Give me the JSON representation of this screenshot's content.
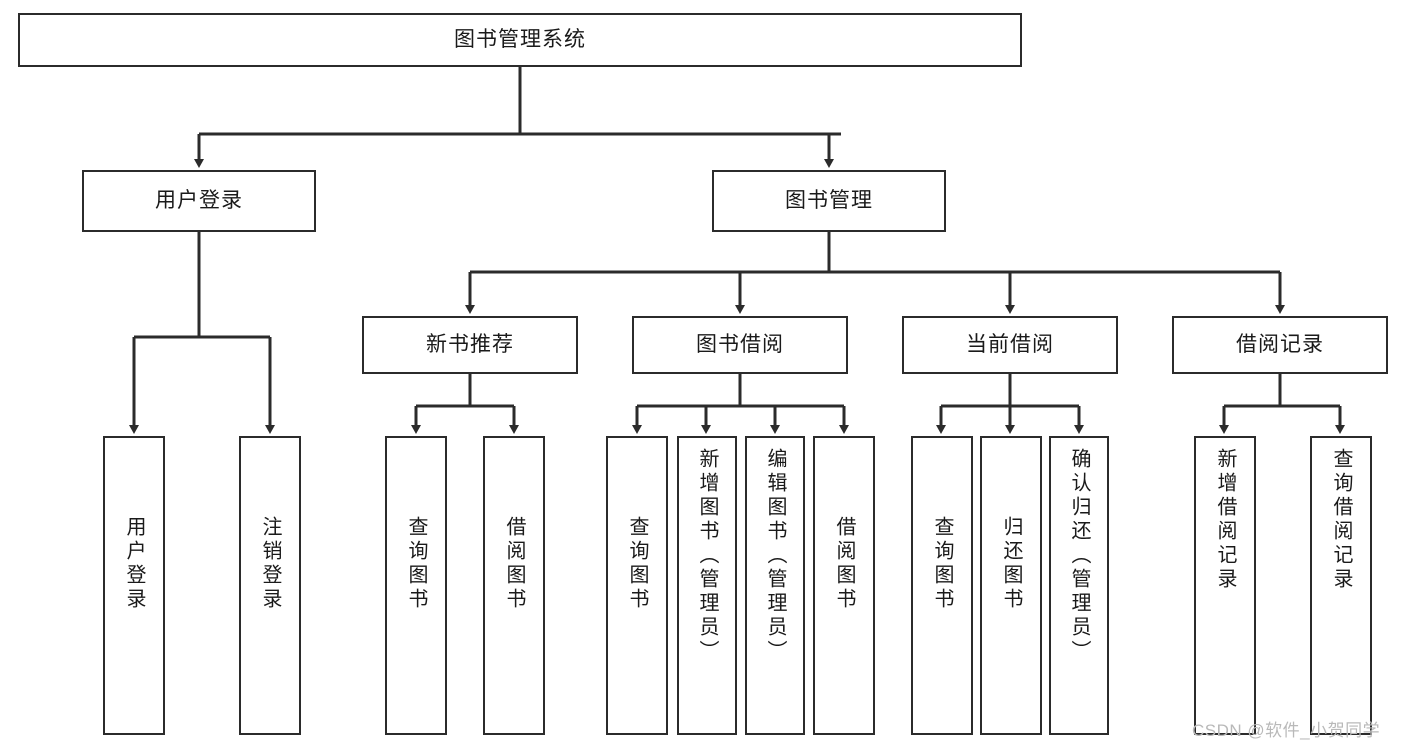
{
  "diagram": {
    "title": "图书管理系统",
    "type": "tree-hierarchy-diagram",
    "root": {
      "id": "root",
      "label": "图书管理系统"
    },
    "level2": [
      {
        "id": "user-login",
        "label": "用户登录"
      },
      {
        "id": "book-manage",
        "label": "图书管理"
      }
    ],
    "level3": [
      {
        "id": "new-book-recommend",
        "label": "新书推荐"
      },
      {
        "id": "book-borrow",
        "label": "图书借阅"
      },
      {
        "id": "current-borrow",
        "label": "当前借阅"
      },
      {
        "id": "borrow-record",
        "label": "借阅记录"
      }
    ],
    "leaves": [
      {
        "id": "leaf-user-login",
        "label": "用户登录",
        "parent": "user-login"
      },
      {
        "id": "leaf-logout-login",
        "label": "注销登录",
        "parent": "user-login"
      },
      {
        "id": "leaf-query-book-1",
        "label": "查询图书",
        "parent": "new-book-recommend"
      },
      {
        "id": "leaf-borrow-book-1",
        "label": "借阅图书",
        "parent": "new-book-recommend"
      },
      {
        "id": "leaf-query-book-2",
        "label": "查询图书",
        "parent": "book-borrow"
      },
      {
        "id": "leaf-add-book",
        "label": "新增图书（管理员）",
        "parent": "book-borrow"
      },
      {
        "id": "leaf-edit-book",
        "label": "编辑图书（管理员）",
        "parent": "book-borrow"
      },
      {
        "id": "leaf-borrow-book-2",
        "label": "借阅图书",
        "parent": "book-borrow"
      },
      {
        "id": "leaf-query-book-3",
        "label": "查询图书",
        "parent": "current-borrow"
      },
      {
        "id": "leaf-return-book",
        "label": "归还图书",
        "parent": "current-borrow"
      },
      {
        "id": "leaf-confirm-return",
        "label": "确认归还（管理员）",
        "parent": "current-borrow"
      },
      {
        "id": "leaf-add-record",
        "label": "新增借阅记录",
        "parent": "borrow-record"
      },
      {
        "id": "leaf-query-record",
        "label": "查询借阅记录",
        "parent": "borrow-record"
      }
    ]
  },
  "watermark": {
    "text": "CSDN @软件_小贺同学"
  },
  "colors": {
    "stroke": "#2b2b2b",
    "background": "#ffffff",
    "text": "#1a1a1a",
    "watermark": "#b9b9b9"
  }
}
